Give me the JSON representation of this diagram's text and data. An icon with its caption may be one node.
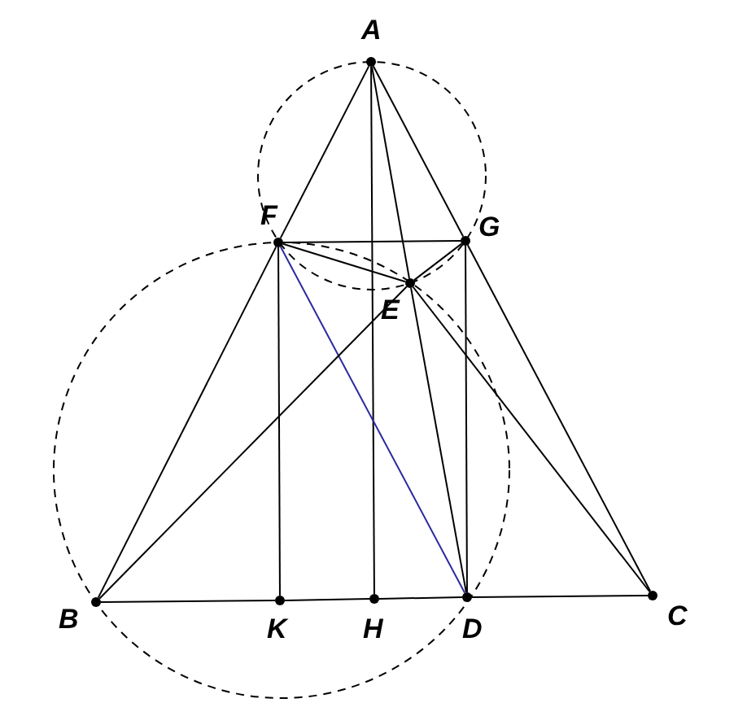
{
  "diagram": {
    "nodes": [
      {
        "text": [],
        "shape": "circle"
      },
      {
        "text": [],
        "shape": "circle"
      },
      {
        "text": [],
        "shape": "circle"
      },
      {
        "text": [],
        "shape": "circle"
      },
      {
        "text": [],
        "shape": "circle"
      },
      {
        "text": [],
        "shape": "circle"
      },
      {
        "text": [],
        "shape": "circle"
      },
      {
        "text": [],
        "shape": "circle"
      },
      {
        "text": [],
        "shape": "circle"
      }
    ],
    "edges": [
      {
        "from": 0,
        "to": 1,
        "arrow": "none"
      },
      {
        "from": 1,
        "to": 4,
        "arrow": "none"
      },
      {
        "from": 0,
        "to": 2,
        "arrow": "none"
      },
      {
        "from": 2,
        "to": 8,
        "arrow": "none"
      },
      {
        "from": 4,
        "to": 5,
        "arrow": "none"
      },
      {
        "from": 5,
        "to": 6,
        "arrow": "none"
      },
      {
        "from": 6,
        "to": 7,
        "arrow": "none"
      },
      {
        "from": 7,
        "to": 8,
        "arrow": "none"
      },
      {
        "from": 0,
        "to": 6,
        "arrow": "none"
      },
      {
        "from": 0,
        "to": 3,
        "arrow": "none"
      },
      {
        "from": 3,
        "to": 7,
        "arrow": "none"
      },
      {
        "from": 1,
        "to": 2,
        "arrow": "none"
      },
      {
        "from": 1,
        "to": 5,
        "arrow": "none"
      },
      {
        "from": 2,
        "to": 7,
        "arrow": "none"
      },
      {
        "from": 1,
        "to": 7,
        "arrow": "none",
        "color": "#2a2aa0"
      },
      {
        "from": 1,
        "to": 3,
        "arrow": "none"
      },
      {
        "from": 4,
        "to": 3,
        "arrow": "none"
      },
      {
        "from": 3,
        "to": 2,
        "arrow": "none"
      },
      {
        "from": 3,
        "to": 8,
        "arrow": "none"
      }
    ],
    "labels": [
      "A",
      "F",
      "G",
      "E",
      "B",
      "K",
      "H",
      "D",
      "C"
    ]
  }
}
